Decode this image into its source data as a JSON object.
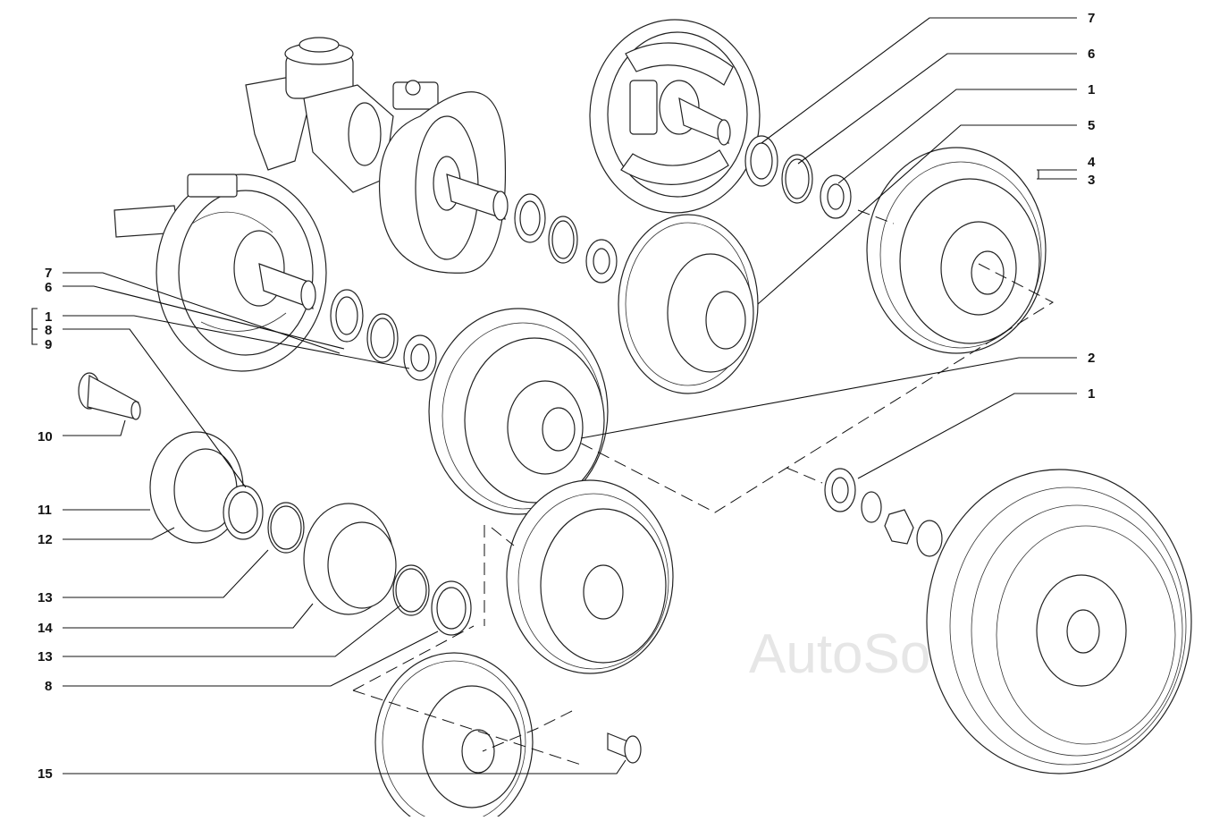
{
  "watermark": "AutoSoft",
  "callouts": {
    "r7": "7",
    "r6": "6",
    "r1": "1",
    "r5": "5",
    "r4": "4",
    "r3": "3",
    "r2": "2",
    "r1b": "1",
    "l7": "7",
    "l6": "6",
    "l1": "1",
    "l8": "8",
    "l9": "9",
    "l10": "10",
    "l11": "11",
    "l12": "12",
    "l13": "13",
    "l14": "14",
    "l13b": "13",
    "l8b": "8",
    "l15": "15"
  }
}
